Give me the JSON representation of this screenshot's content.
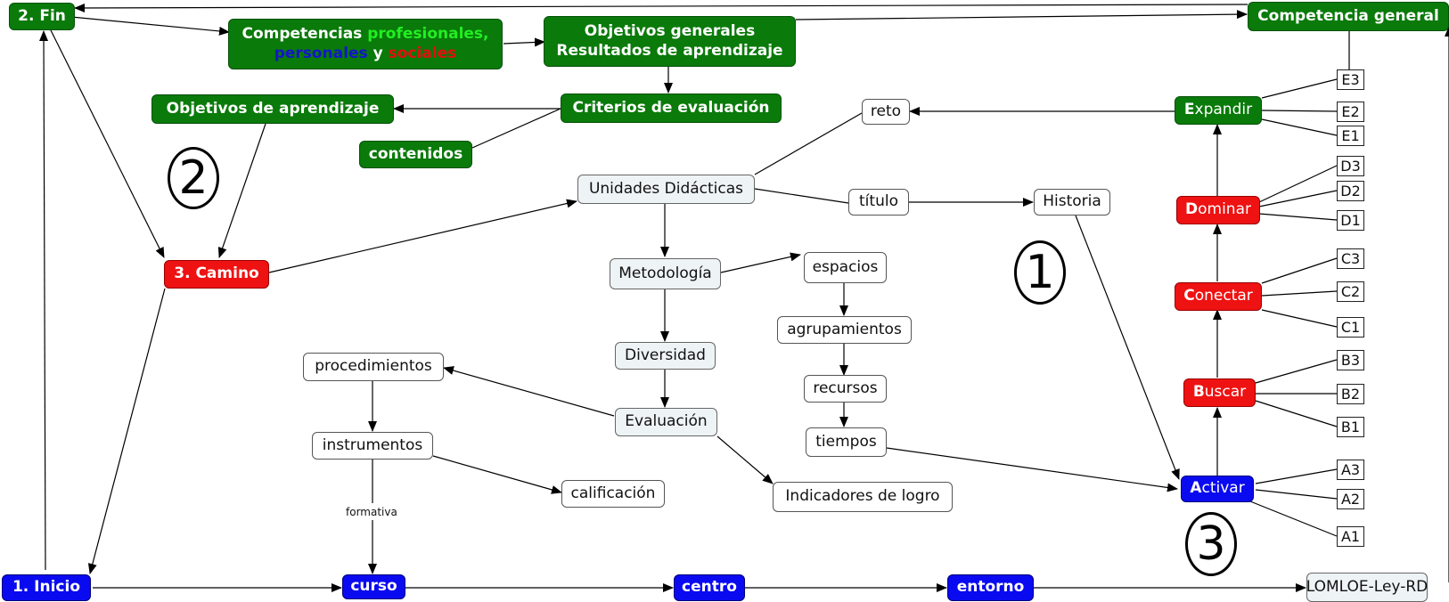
{
  "nodes": {
    "fin": "2. Fin",
    "competencias": {
      "part1": "Competencias ",
      "part2": "profesionales,",
      "part3": "personales",
      "part4": " y ",
      "part5": "sociales"
    },
    "objetivos_generales": {
      "line1": "Objetivos generales",
      "line2": "Resultados de aprendizaje"
    },
    "competencia_general": "Competencia general",
    "objetivos_aprendizaje": "Objetivos de aprendizaje",
    "criterios": "Criterios de evaluación",
    "contenidos": "contenidos",
    "reto": "reto",
    "expandir": {
      "initial": "E",
      "rest": "xpandir"
    },
    "unidades": "Unidades Didácticas",
    "titulo": "título",
    "historia": "Historia",
    "dominar": {
      "initial": "D",
      "rest": "ominar"
    },
    "camino": "3. Camino",
    "metodologia": "Metodología",
    "espacios": "espacios",
    "agrupamientos": "agrupamientos",
    "conectar": {
      "initial": "C",
      "rest": "onectar"
    },
    "diversidad": "Diversidad",
    "procedimientos": "procedimientos",
    "recursos": "recursos",
    "buscar": {
      "initial": "B",
      "rest": "uscar"
    },
    "evaluacion": "Evaluación",
    "instrumentos": "instrumentos",
    "tiempos": "tiempos",
    "activar": {
      "initial": "A",
      "rest": "ctivar"
    },
    "calificacion": "calificación",
    "indicadores": "Indicadores de logro",
    "formativa": "formativa",
    "inicio": "1. Inicio",
    "curso": "curso",
    "centro": "centro",
    "entorno": "entorno",
    "lomloe": "LOMLOE-Ley-RD"
  },
  "levels": {
    "E3": "E3",
    "E2": "E2",
    "E1": "E1",
    "D3": "D3",
    "D2": "D2",
    "D1": "D1",
    "C3": "C3",
    "C2": "C2",
    "C1": "C1",
    "B3": "B3",
    "B2": "B2",
    "B1": "B1",
    "A3": "A3",
    "A2": "A2",
    "A1": "A1"
  },
  "markers": {
    "m1": "1",
    "m2": "2",
    "m3": "3"
  },
  "colors": {
    "green": "#0a7a0a",
    "red": "#ee1212",
    "blue": "#0a0af0",
    "light": "#eef3f6"
  }
}
